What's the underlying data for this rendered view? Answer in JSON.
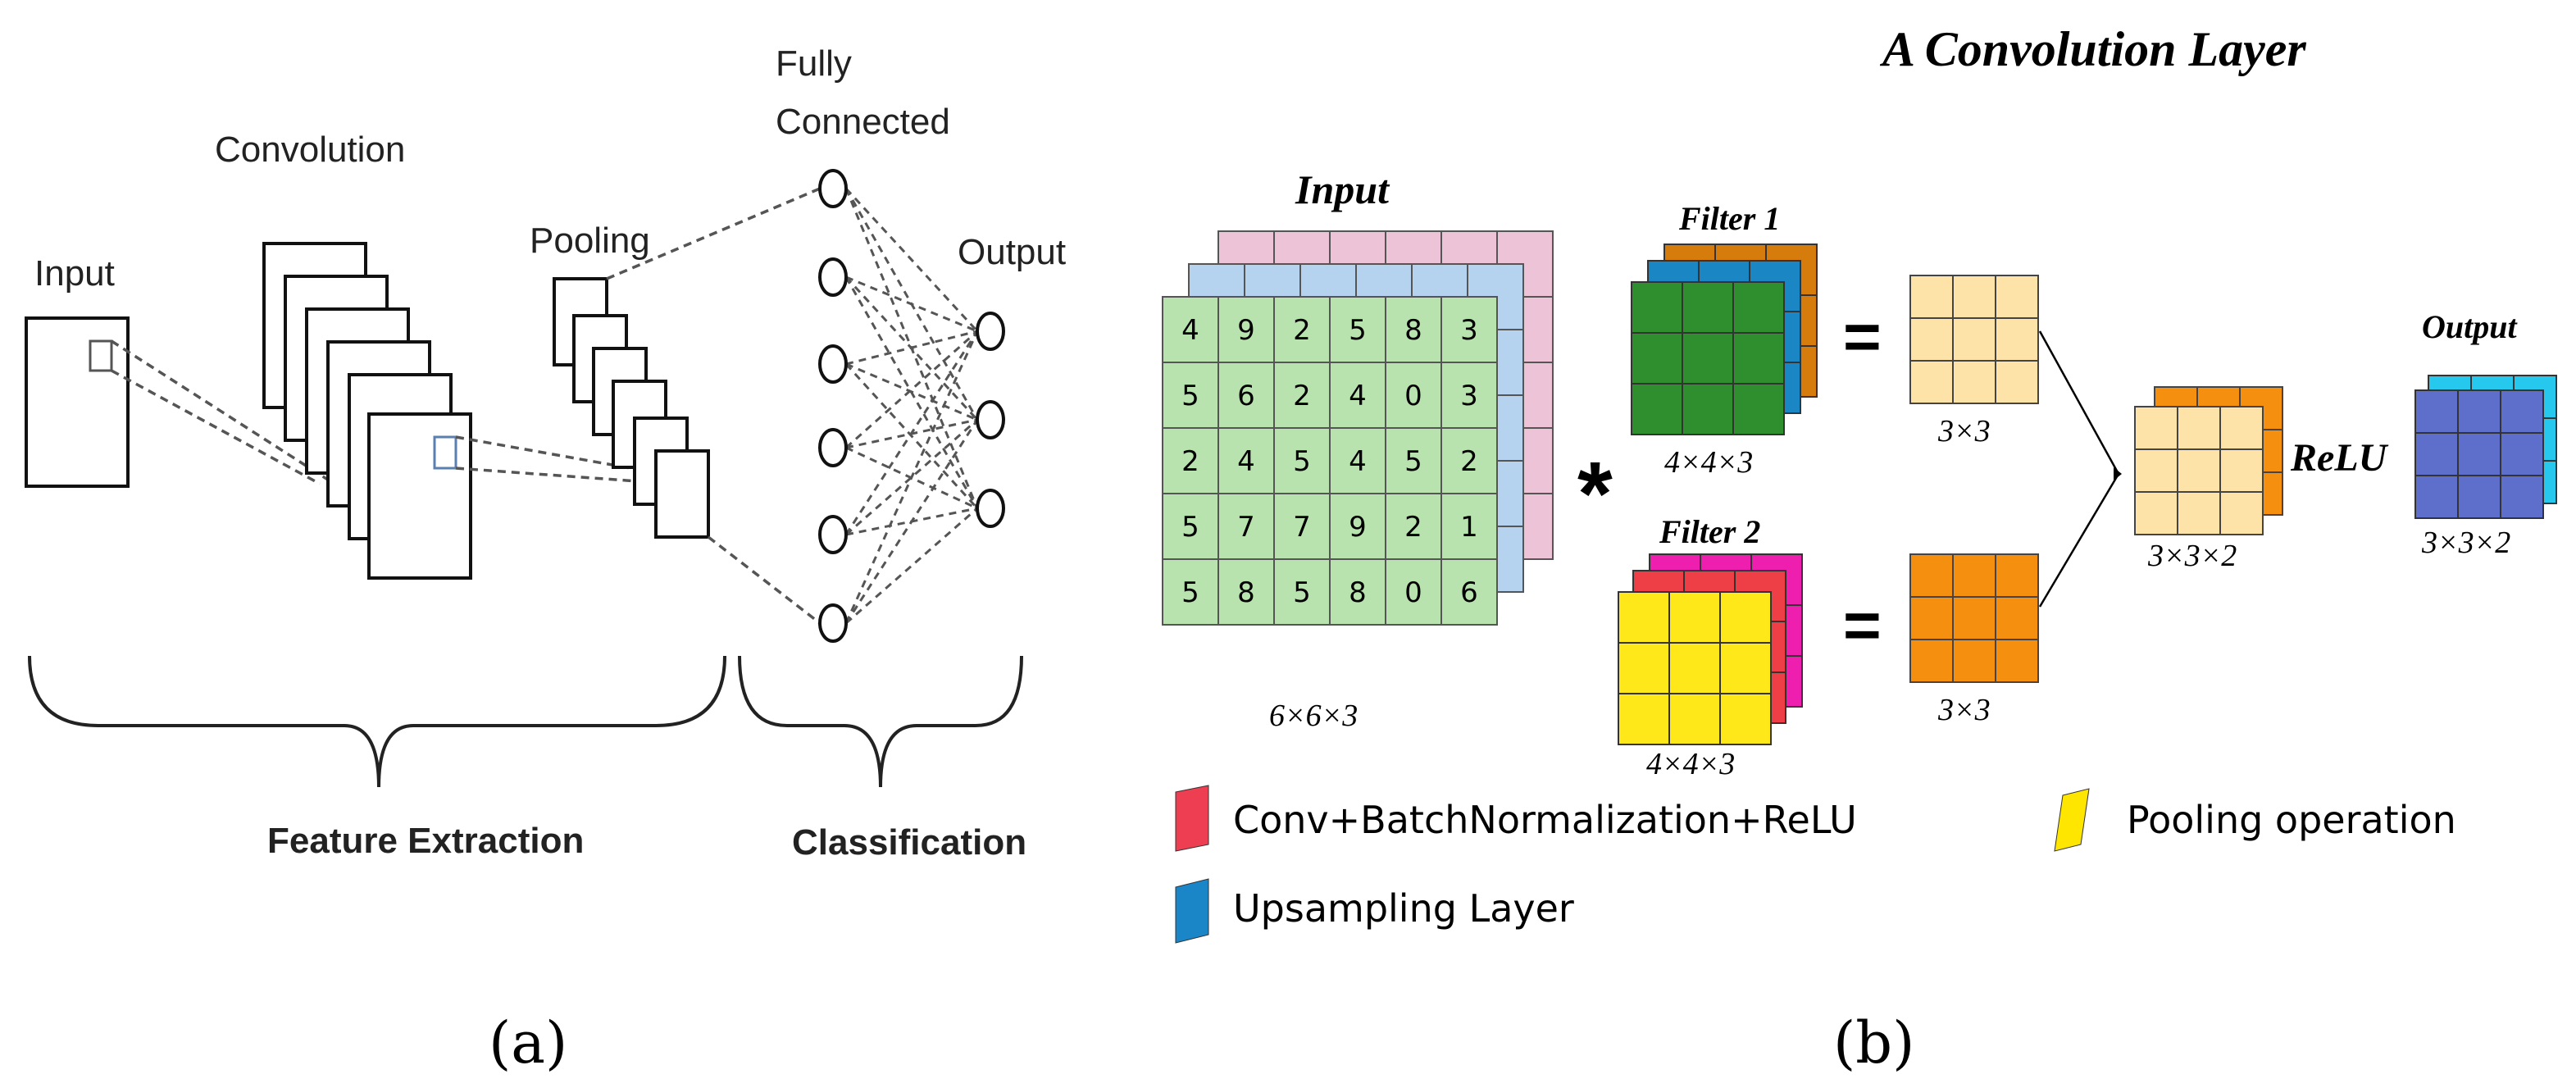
{
  "panel_a": {
    "input_label": "Input",
    "convolution_label": "Convolution",
    "pooling_label": "Pooling",
    "fully_connected_label_line1": "Fully",
    "fully_connected_label_line2": "Connected",
    "output_label": "Output",
    "feature_extraction_label": "Feature Extraction",
    "classification_label": "Classification",
    "caption": "(a)"
  },
  "panel_b": {
    "title": "A Convolution Layer",
    "input_label": "Input",
    "input_size": "6×6×3",
    "input_matrix": [
      [
        "4",
        "9",
        "2",
        "5",
        "8",
        "3"
      ],
      [
        "5",
        "6",
        "2",
        "4",
        "0",
        "3"
      ],
      [
        "2",
        "4",
        "5",
        "4",
        "5",
        "2"
      ],
      [
        "5",
        "7",
        "7",
        "9",
        "2",
        "1"
      ],
      [
        "5",
        "8",
        "5",
        "8",
        "0",
        "6"
      ]
    ],
    "operator": "*",
    "filter1_label": "Filter 1",
    "filter1_size": "4×4×3",
    "filter2_label": "Filter 2",
    "filter2_size": "4×4×3",
    "equals": "=",
    "result1_size": "3×3",
    "result2_size": "3×3",
    "stacked_size": "3×3×2",
    "relu_label": "ReLU",
    "output_label": "Output",
    "output_size": "3×3×2",
    "legend": {
      "conv_bn_relu": "Conv+BatchNormalization+ReLU",
      "pooling": "Pooling operation",
      "upsampling": "Upsampling Layer"
    },
    "colors": {
      "input_front": "#b9e3ae",
      "input_middle": "#b5d3ee",
      "input_back": "#edc3d8",
      "filter1_front": "#2f8f2f",
      "filter1_mid": "#1b86c4",
      "filter1_back": "#d67c0c",
      "filter2_front": "#ffe81a",
      "filter2_mid": "#ee3f47",
      "filter2_back": "#ee1fae",
      "result1": "#fde3a7",
      "result2": "#f58f10",
      "output_front": "#5d6fcb",
      "output_back": "#27c8ee",
      "legend_red": "#ee3f52",
      "legend_yellow": "#ffe600",
      "legend_blue": "#1a86c8"
    },
    "caption": "(b)"
  }
}
